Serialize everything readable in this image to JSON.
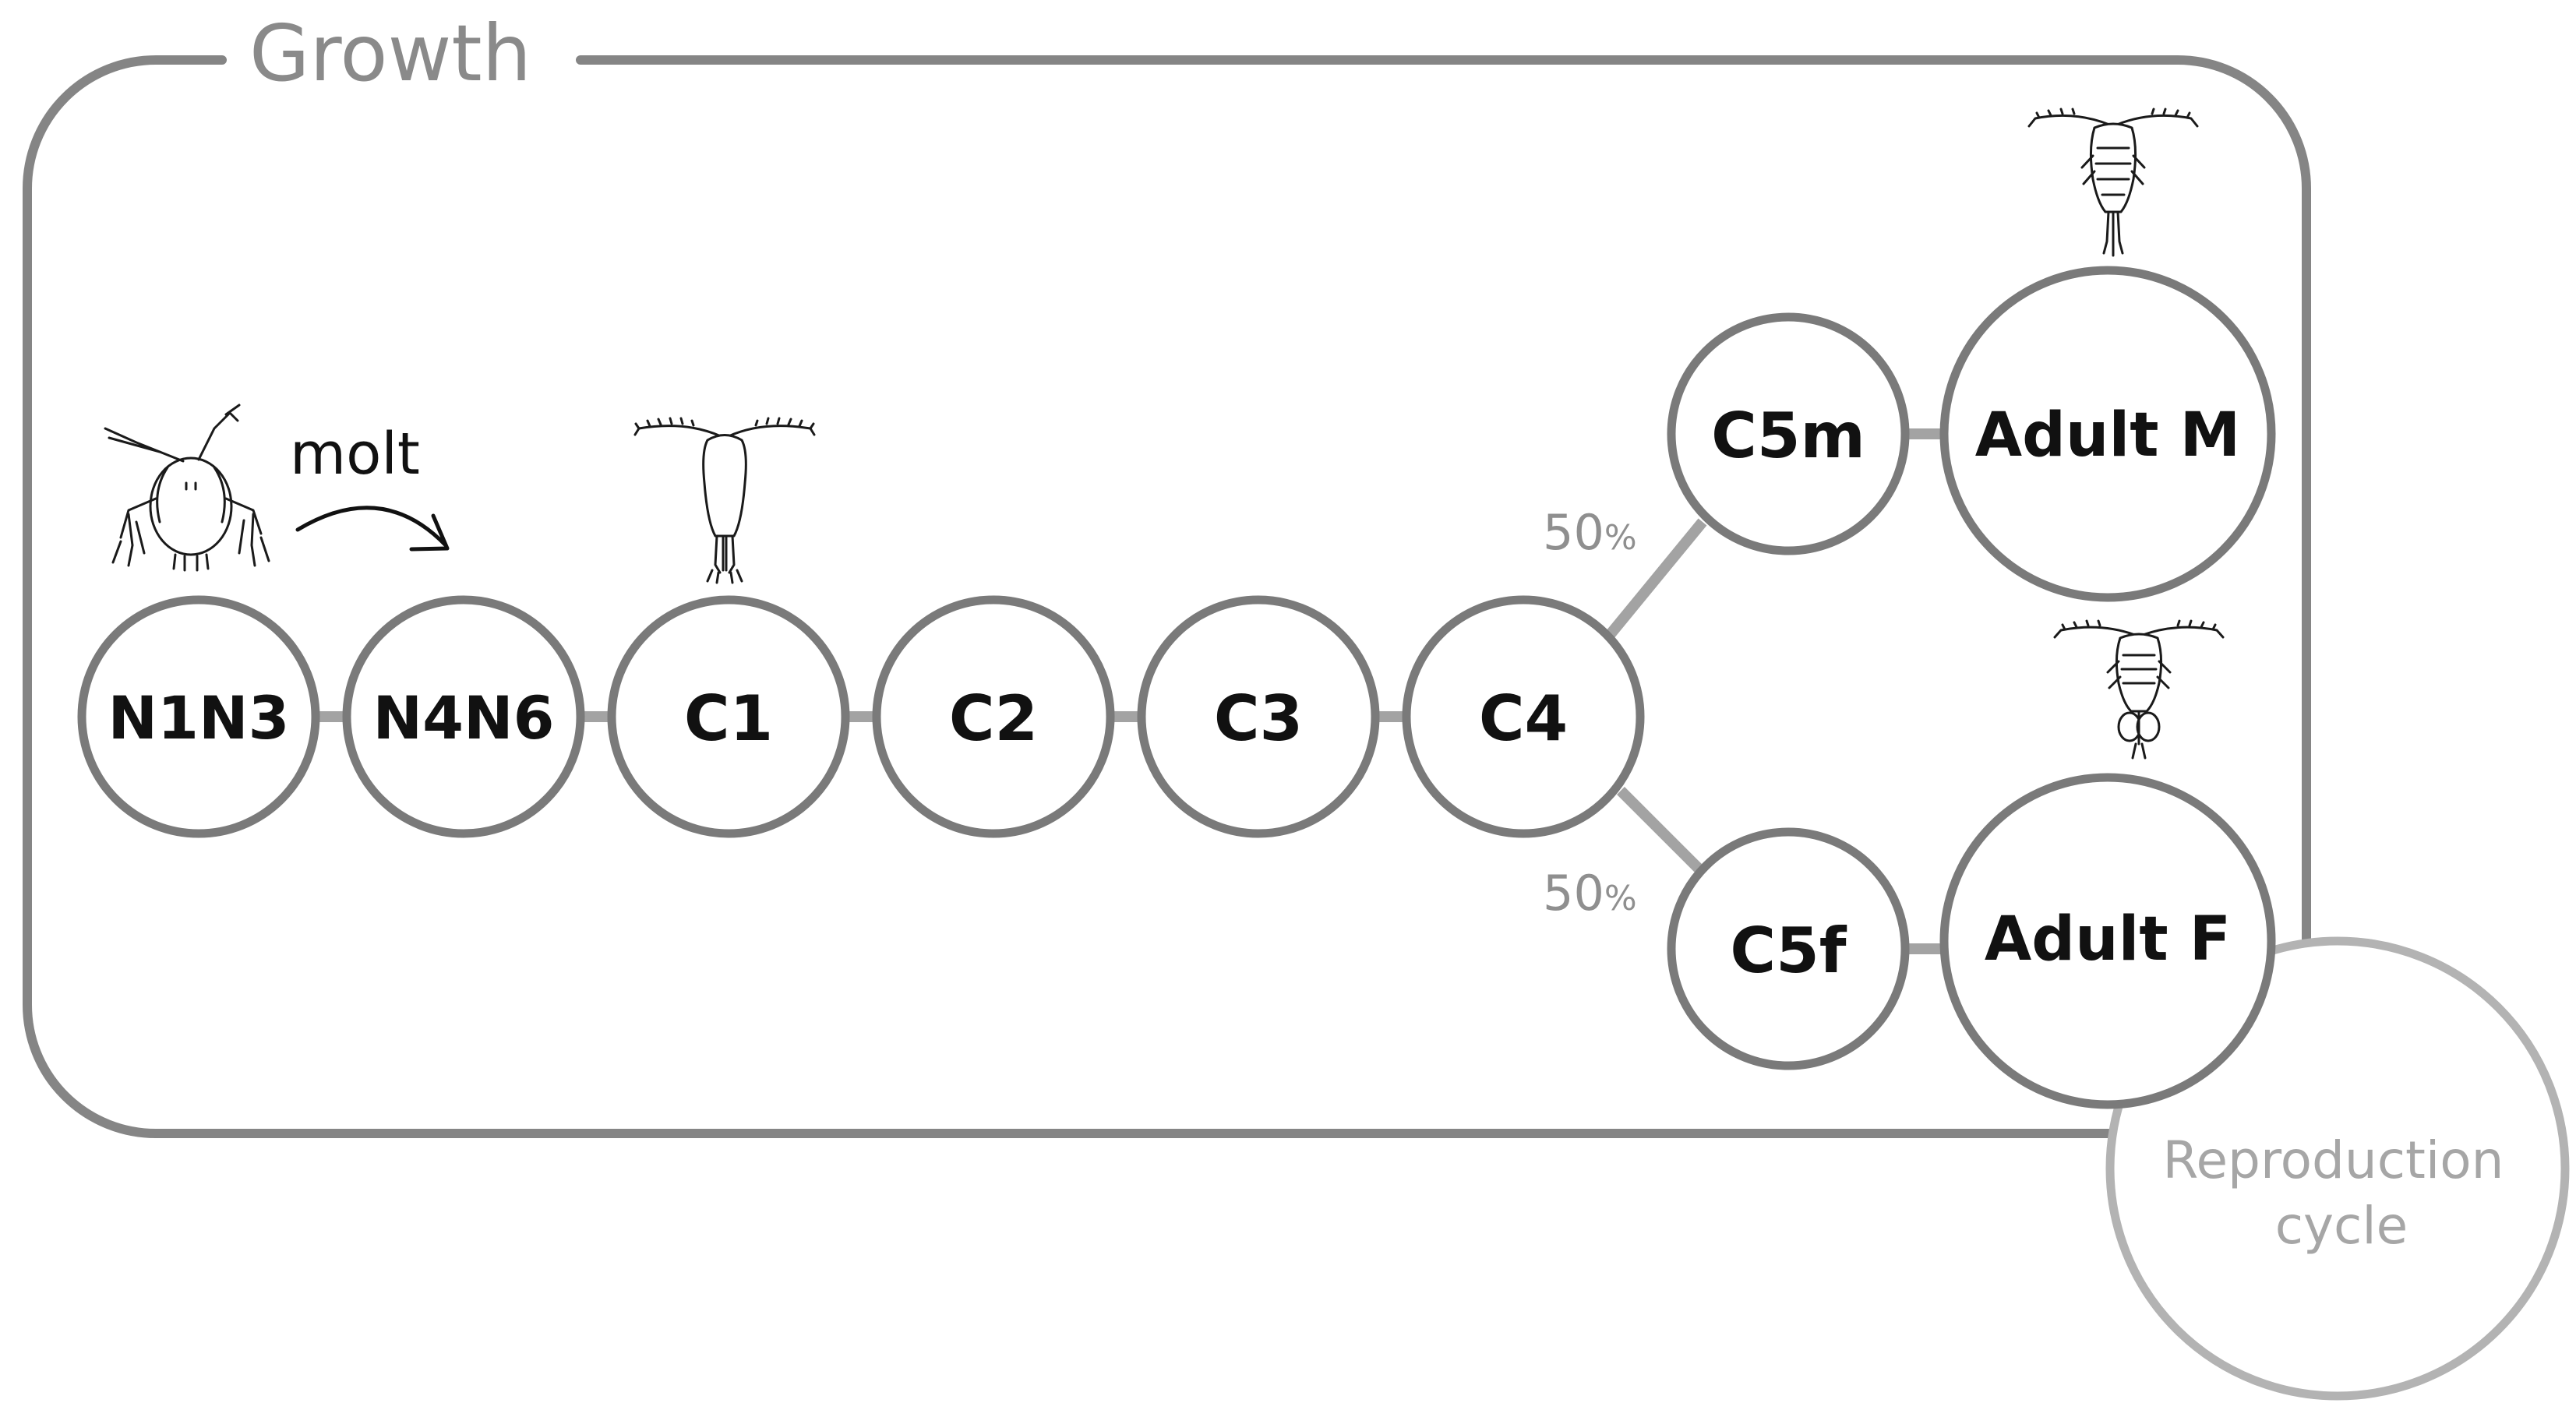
{
  "growth_label": "Growth",
  "molt_label": "molt",
  "stages": {
    "n1n3": "N1N3",
    "n4n6": "N4N6",
    "c1": "C1",
    "c2": "C2",
    "c3": "C3",
    "c4": "C4",
    "c5m": "C5m",
    "c5f": "C5f",
    "adult_m": "Adult M",
    "adult_f": "Adult F"
  },
  "branch_upper": {
    "value": "50",
    "unit": "%"
  },
  "branch_lower": {
    "value": "50",
    "unit": "%"
  },
  "reproduction": {
    "line1": "Reproduction",
    "line2": "cycle"
  },
  "colors": {
    "frame": "#858585",
    "node_stroke": "#7a7a7a",
    "connector": "#a3a3a3",
    "reproduction": "#b3b3b3",
    "stage_text": "#111111",
    "muted_text": "#8f8f8f"
  },
  "icons": [
    "nauplius-icon",
    "copepodite-icon",
    "adult-male-copepod-icon",
    "adult-female-copepod-icon",
    "molt-arrow-icon"
  ]
}
